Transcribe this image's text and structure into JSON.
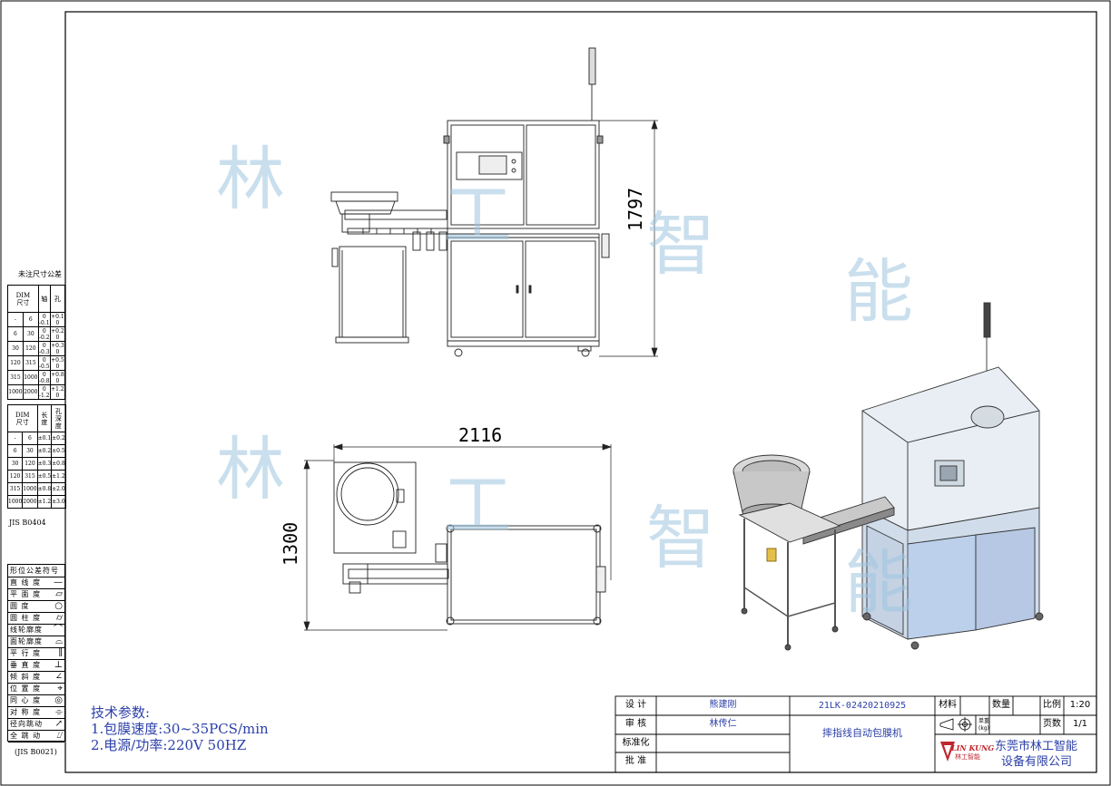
{
  "tolerance_table_1": {
    "caption": "未注尺寸公差",
    "header": {
      "dim": "DIM\n尺寸",
      "shaft": "轴",
      "hole": "孔"
    },
    "rows": [
      {
        "from": "-",
        "to": "6",
        "shaft": "0\n-0.1",
        "hole": "+0.1\n0"
      },
      {
        "from": "6",
        "to": "30",
        "shaft": "0\n-0.2",
        "hole": "+0.2\n0"
      },
      {
        "from": "30",
        "to": "120",
        "shaft": "0\n-0.3",
        "hole": "+0.3\n0"
      },
      {
        "from": "120",
        "to": "315",
        "shaft": "0\n-0.5",
        "hole": "+0.5\n0"
      },
      {
        "from": "315",
        "to": "1000",
        "shaft": "0\n-0.8",
        "hole": "+0.8\n0"
      },
      {
        "from": "1000",
        "to": "2000",
        "shaft": "0\n-1.2",
        "hole": "+1.2\n0"
      }
    ]
  },
  "tolerance_table_2": {
    "caption": "JIS B0404",
    "header": {
      "dim": "DIM\n尺寸",
      "length": "长\n度",
      "depth": "孔\n深\n度"
    },
    "rows": [
      {
        "from": "-",
        "to": "6",
        "length": "±0.1",
        "depth": "±0.2"
      },
      {
        "from": "6",
        "to": "30",
        "length": "±0.2",
        "depth": "±0.5"
      },
      {
        "from": "30",
        "to": "120",
        "length": "±0.3",
        "depth": "±0.8"
      },
      {
        "from": "120",
        "to": "315",
        "length": "±0.5",
        "depth": "±1.2"
      },
      {
        "from": "315",
        "to": "1000",
        "length": "±0.8",
        "depth": "±2.0"
      },
      {
        "from": "1000",
        "to": "2000",
        "length": "±1.2",
        "depth": "±3.0"
      }
    ]
  },
  "symbol_table": {
    "title": "形位公差符号",
    "rows": [
      {
        "label": "直 线 度",
        "symbol": "—"
      },
      {
        "label": "平 面 度",
        "symbol": "▱"
      },
      {
        "label": "圆    度",
        "symbol": "○"
      },
      {
        "label": "圆 柱 度",
        "symbol": "⌭"
      },
      {
        "label": "线轮廓度",
        "symbol": "⌒"
      },
      {
        "label": "面轮廓度",
        "symbol": "⌓"
      },
      {
        "label": "平 行 度",
        "symbol": "∥"
      },
      {
        "label": "垂 直 度",
        "symbol": "⊥"
      },
      {
        "label": "倾 斜 度",
        "symbol": "∠"
      },
      {
        "label": "位 置 度",
        "symbol": "⌖"
      },
      {
        "label": "同 心 度",
        "symbol": "◎"
      },
      {
        "label": "对 称 度",
        "symbol": "⌯"
      },
      {
        "label": "径向跳动",
        "symbol": "↗"
      },
      {
        "label": "全 跳 动",
        "symbol": "⌰"
      }
    ],
    "caption": "(JIS B0021)"
  },
  "dimensions": {
    "height": "1797",
    "length": "2116",
    "width": "1300"
  },
  "watermark": {
    "chars": [
      "林",
      "工",
      "智",
      "能"
    ]
  },
  "tech_params": {
    "title": "技术参数:",
    "line1": "1.包膜速度:30~35PCS/min",
    "line2": "2.电源/功率:220V 50HZ"
  },
  "title_block": {
    "design_label": "设 计",
    "designer": "熊建刚",
    "review_label": "审 核",
    "reviewer": "林传仁",
    "standard_label": "标准化",
    "approve_label": "批 准",
    "drawing_no": "21LK-02420210925",
    "product_name": "摔指线自动包膜机",
    "material_label": "材料",
    "quantity_label": "数量",
    "scale_label": "比例",
    "scale_value": "1:20",
    "weight_label": "单重\n(kg)",
    "page_label": "页数",
    "page_value": "1/1",
    "logo_text": "LIN KUNG",
    "logo_sub": "林工智能",
    "company_line1": "东莞市林工智能",
    "company_line2": "设备有限公司"
  },
  "colors": {
    "accent_blue": "#2b3fa8",
    "logo_red": "#c0262d",
    "watermark": "#9fc6e0",
    "cabinet_blue": "#bcd0ec"
  }
}
